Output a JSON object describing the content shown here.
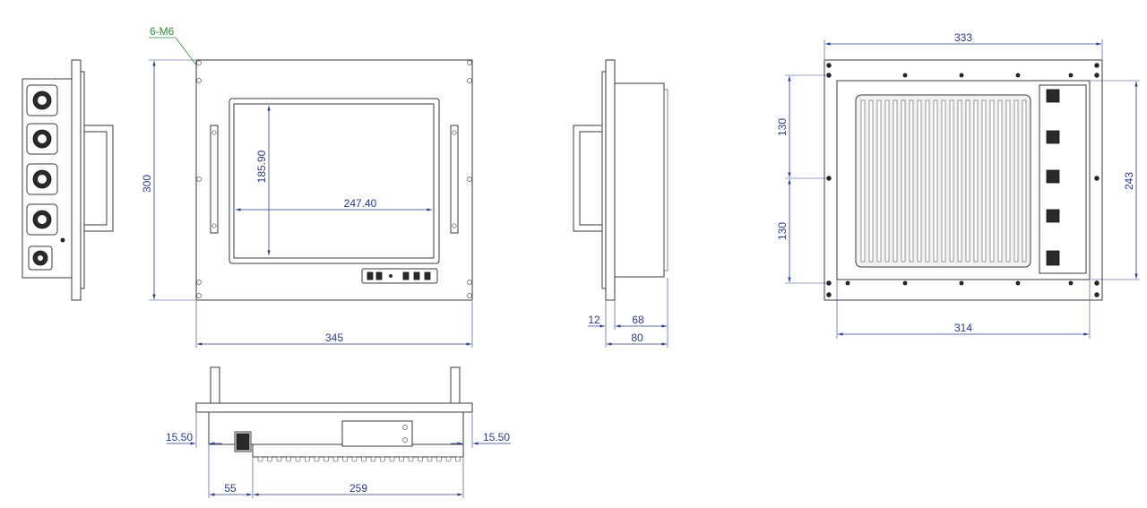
{
  "callout": {
    "label": "6-M6",
    "color": "#2e8b3a"
  },
  "colors": {
    "dimension": "#2b3a8c",
    "outline": "#3a3a3a",
    "background": "#ffffff"
  },
  "front_view": {
    "dim_overall_width": "345",
    "dim_overall_height": "300",
    "dim_screen_width": "247.40",
    "dim_screen_height": "185.90"
  },
  "side_view": {
    "dim_flange": "12",
    "dim_body": "68",
    "dim_total_depth": "80"
  },
  "rear_view": {
    "dim_overall_width": "333",
    "dim_inner_width": "314",
    "dim_height": "243",
    "dim_upper_hole_spacing": "130",
    "dim_lower_hole_spacing": "130"
  },
  "bottom_view": {
    "dim_left_offset": "15.50",
    "dim_right_offset": "15.50",
    "dim_connector_offset": "55",
    "dim_heatsink_length": "259"
  },
  "connectors": {
    "port_count": 5,
    "icon": "circular-connector-icon"
  }
}
